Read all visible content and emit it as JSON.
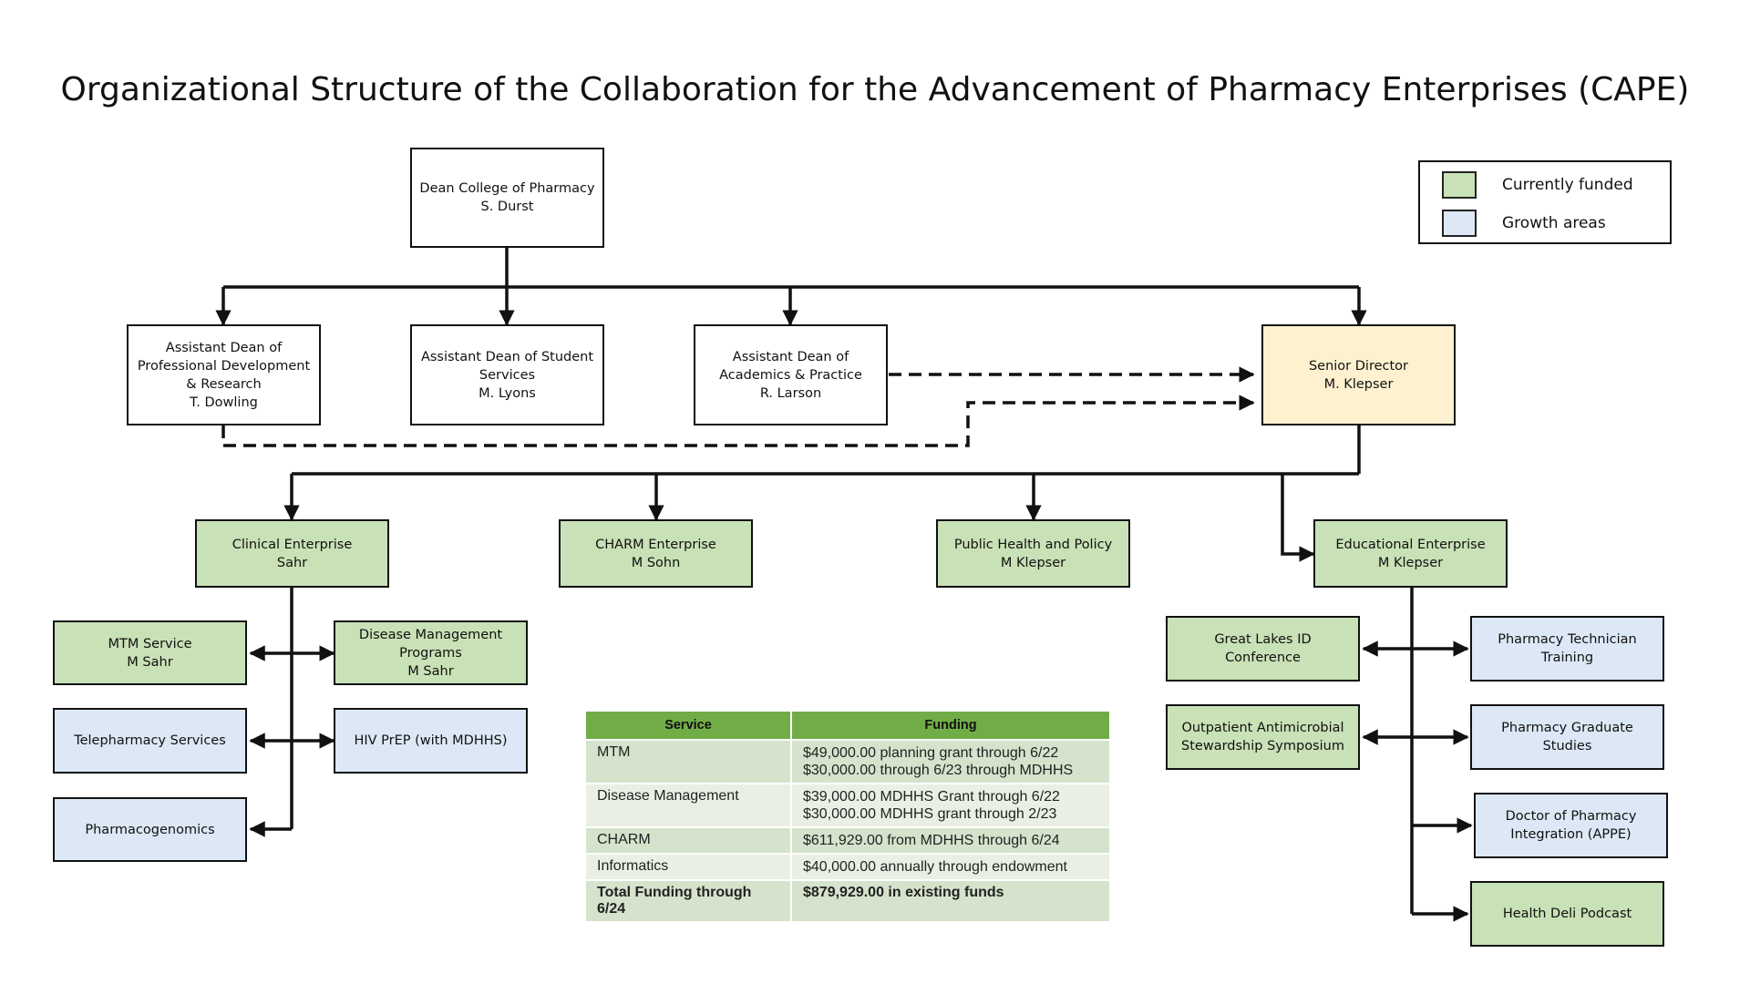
{
  "title": "Organizational Structure of the Collaboration for the Advancement of Pharmacy Enterprises (CAPE)",
  "legend": {
    "funded_label": "Currently funded",
    "growth_label": "Growth areas",
    "funded_color": "#c8e1b6",
    "growth_color": "#dce8f5"
  },
  "nodes": {
    "dean": "Dean College of Pharmacy\nS. Durst",
    "ad_prof_dev": "Assistant Dean of\nProfessional Development\n& Research\nT. Dowling",
    "ad_student": "Assistant Dean of Student\nServices\nM. Lyons",
    "ad_academics": "Assistant Dean of\nAcademics & Practice\nR. Larson",
    "senior_director": "Senior Director\nM. Klepser",
    "clinical": "Clinical Enterprise\nSahr",
    "charm": "CHARM Enterprise\nM Sohn",
    "public_health": "Public Health and Policy\nM Klepser",
    "educational": "Educational Enterprise\nM Klepser",
    "mtm": "MTM Service\nM Sahr",
    "disease_mgmt": "Disease Management\nPrograms\nM Sahr",
    "telepharmacy": "Telepharmacy Services",
    "hiv_prep": "HIV PrEP (with MDHHS)",
    "pharmacogenomics": "Pharmacogenomics",
    "great_lakes": "Great Lakes ID Conference",
    "outpatient_asp": "Outpatient Antimicrobial\nStewardship Symposium",
    "tech_training": "Pharmacy Technician\nTraining",
    "grad_studies": "Pharmacy Graduate\nStudies",
    "pharmd_integration": "Doctor of Pharmacy\nIntegration (APPE)",
    "health_deli": "Health Deli Podcast"
  },
  "funding_table": {
    "headers": [
      "Service",
      "Funding"
    ],
    "rows": [
      {
        "service": "MTM",
        "funding": [
          "$49,000.00 planning grant through 6/22",
          "$30,000.00 through 6/23 through MDHHS"
        ]
      },
      {
        "service": "Disease Management",
        "funding": [
          "$39,000.00 MDHHS Grant through 6/22",
          "$30,000.00 MDHHS grant through 2/23"
        ]
      },
      {
        "service": "CHARM",
        "funding": [
          "$611,929.00 from MDHHS through 6/24"
        ]
      },
      {
        "service": "Informatics",
        "funding": [
          "$40,000.00 annually through endowment"
        ]
      }
    ],
    "total": {
      "service": "Total Funding through 6/24",
      "funding": "$879,929.00 in existing funds"
    }
  }
}
